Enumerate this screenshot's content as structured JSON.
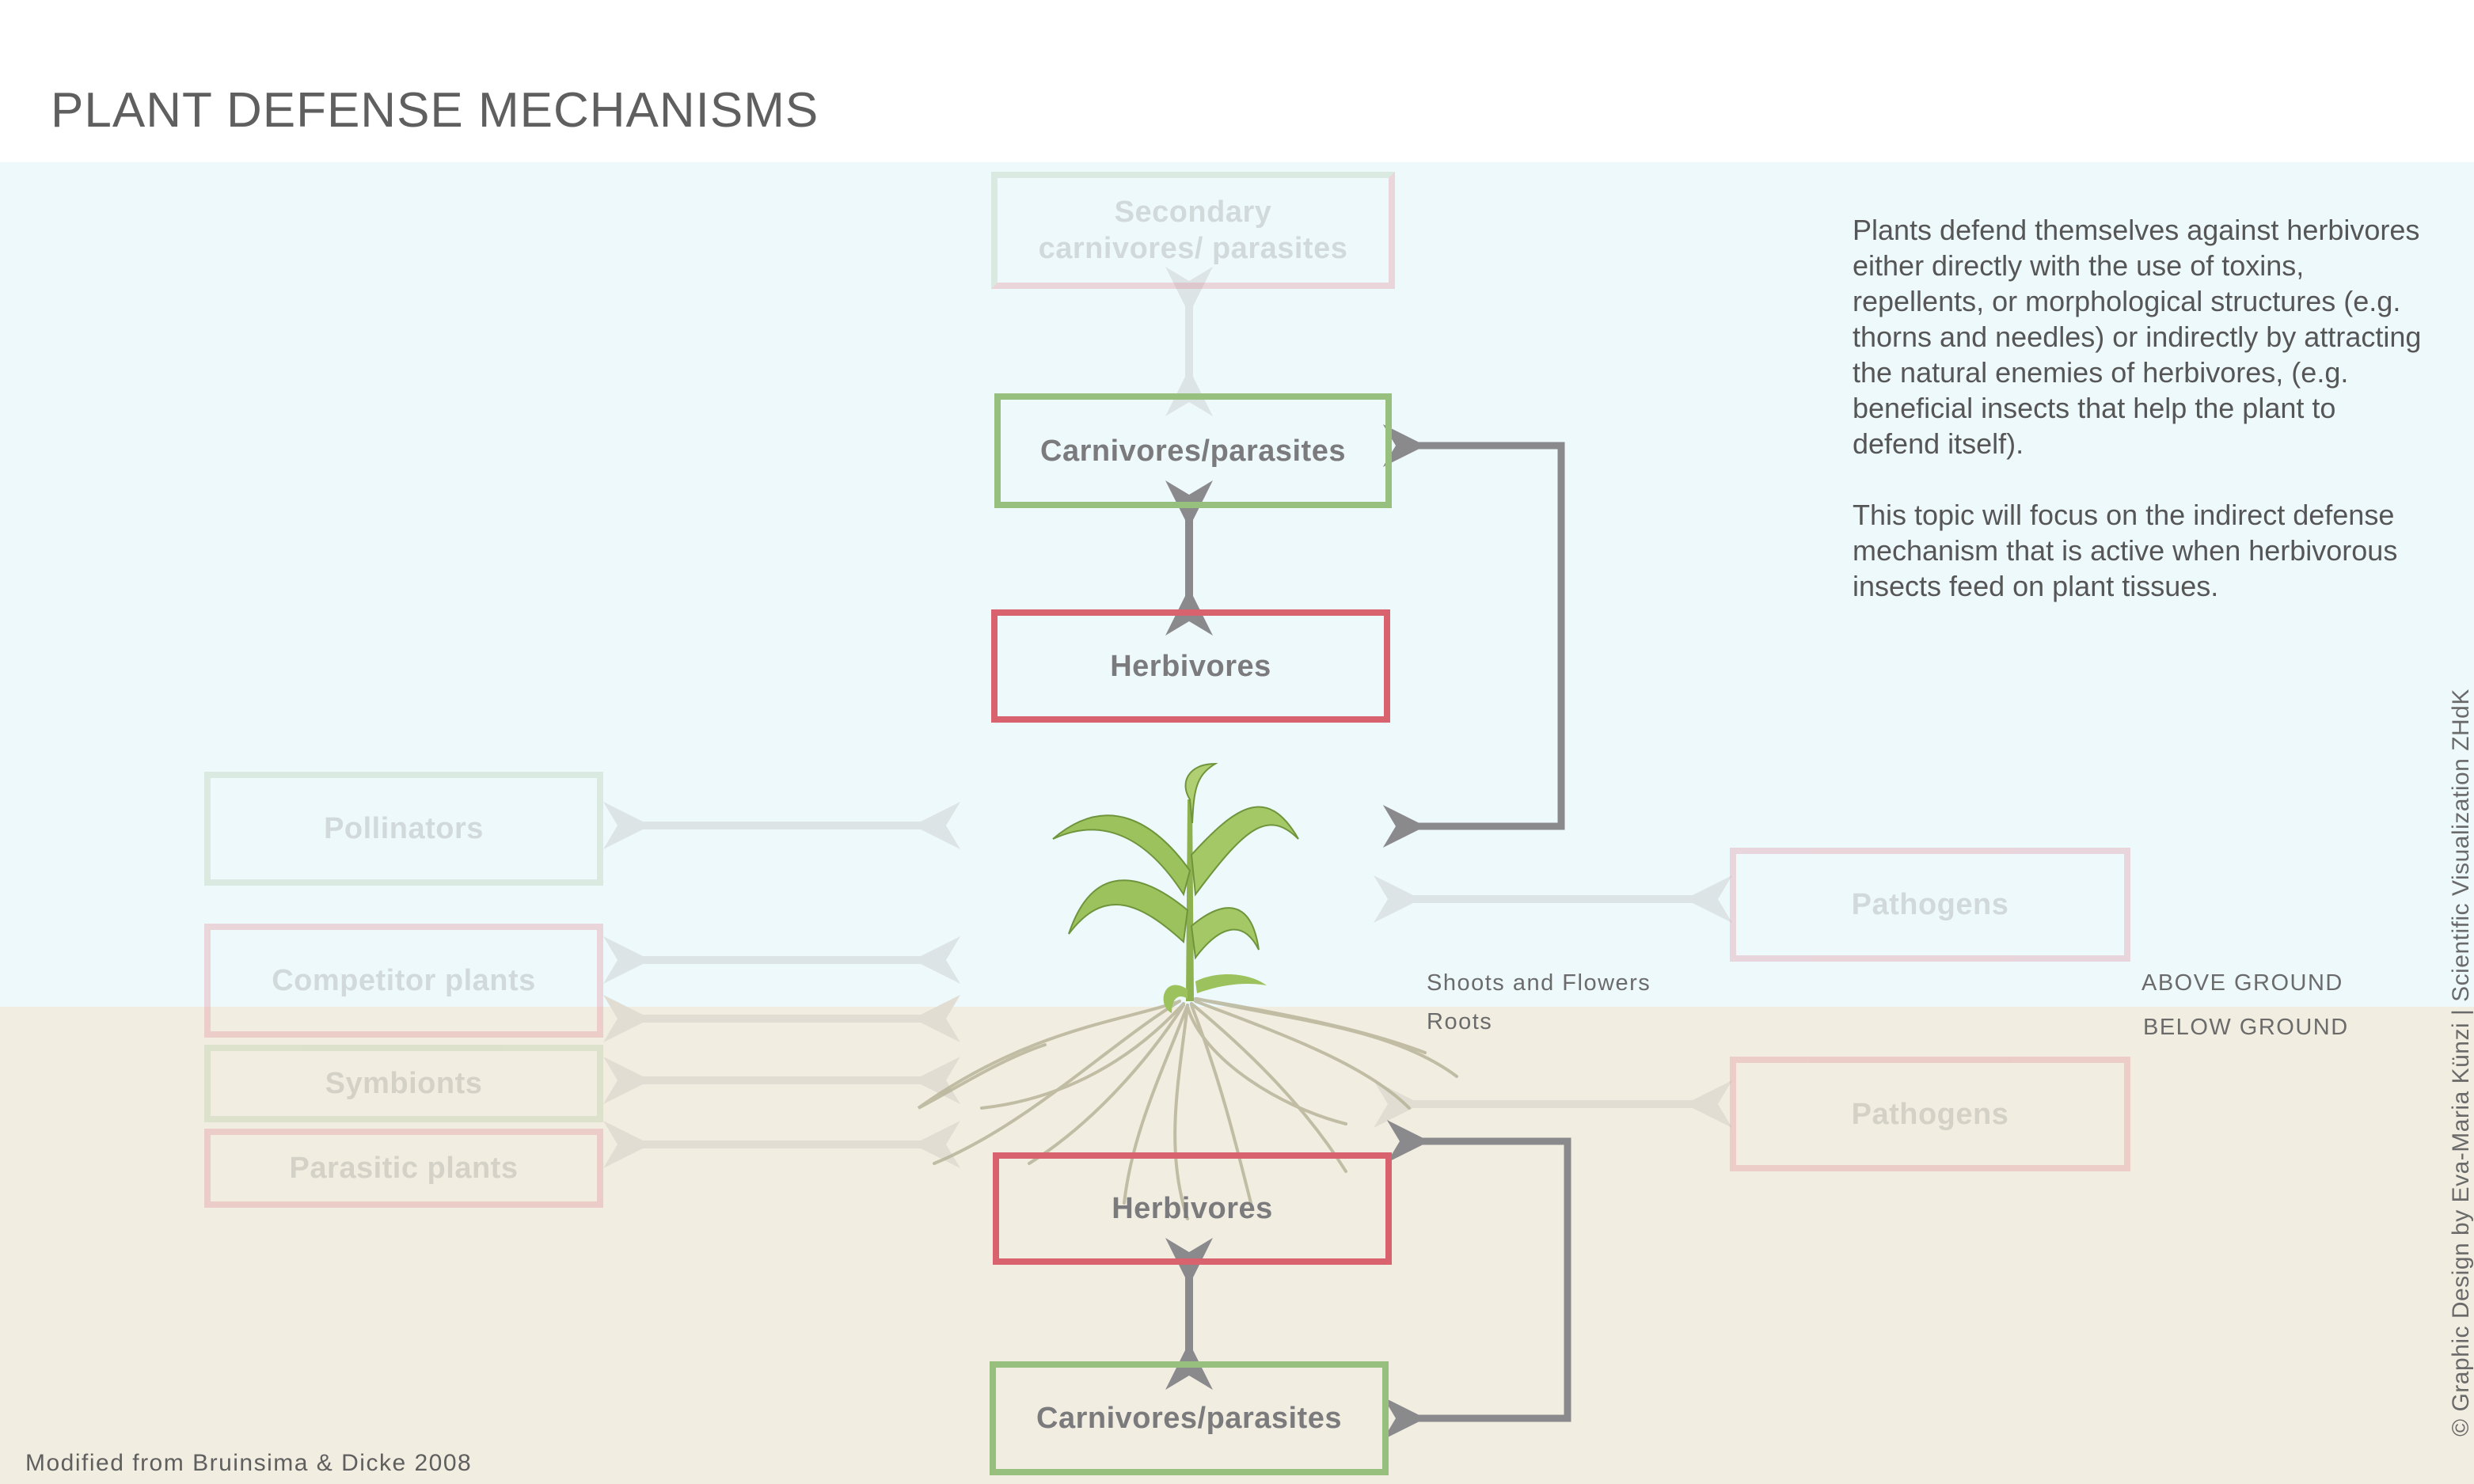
{
  "title": "PLANT DEFENSE MECHANISMS",
  "colors": {
    "sky": "#eef9fc",
    "ground": "#f1ede0",
    "green_border": "#97c07f",
    "red_border": "#d8636f",
    "arrow_active": "#8a8a8d",
    "arrow_faded": "#dde4e6"
  },
  "boxes": {
    "secondary_carnivores": "Secondary carnivores/ parasites",
    "carnivores_above": "Carnivores/parasites",
    "herbivores_above": "Herbivores",
    "pollinators": "Pollinators",
    "competitor_plants": "Competitor plants",
    "symbionts": "Symbionts",
    "parasitic_plants": "Parasitic plants",
    "pathogens_above": "Pathogens",
    "pathogens_below": "Pathogens",
    "herbivores_below": "Herbivores",
    "carnivores_below": "Carnivores/parasites"
  },
  "labels": {
    "shoots": "Shoots and Flowers",
    "roots": "Roots",
    "above_ground": "ABOVE GROUND",
    "below_ground": "BELOW GROUND"
  },
  "description": {
    "paragraph1": "Plants defend themselves against herbivores either directly with the use of toxins, repellents, or morphological structures (e.g. thorns and needles) or indirectly by attracting the natural enemies of herbivores, (e.g. beneficial insects that help the plant to defend itself).",
    "paragraph2": "This topic will focus on the indirect defense mechanism that is active when herbivorous insects feed on plant tissues."
  },
  "credit": "© Graphic Design by Eva-Maria Künzi | Scientific Visualization ZHdK",
  "source": "Modified from Bruinsima & Dicke 2008"
}
